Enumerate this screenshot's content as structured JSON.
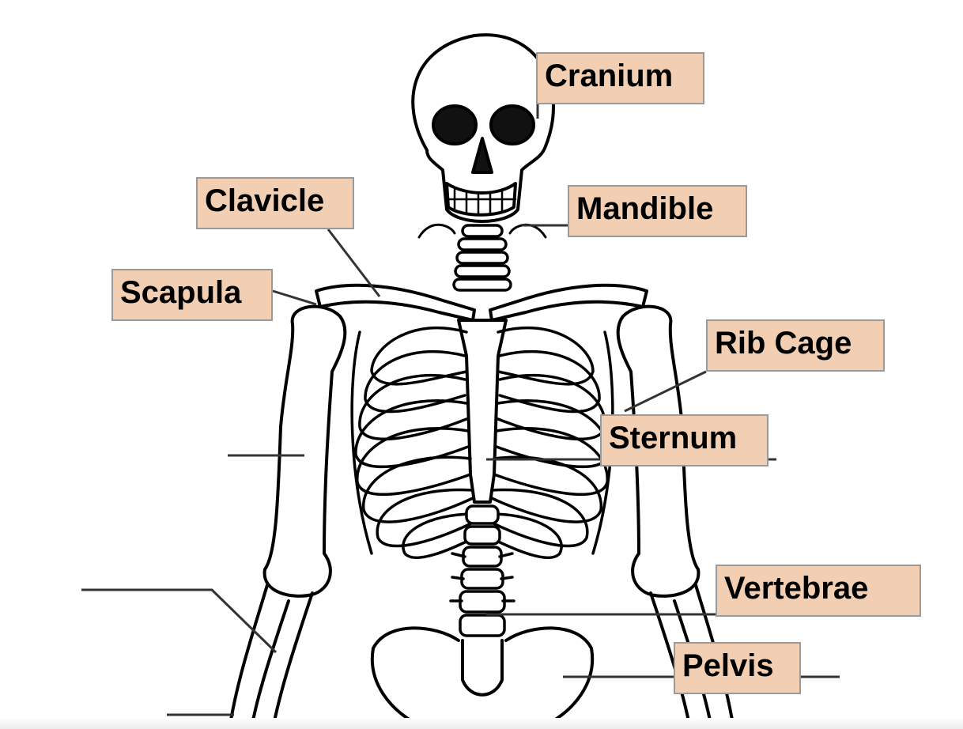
{
  "diagram": {
    "subject": "Human skeleton (upper body) labeling diagram",
    "label_color": "#f2cfb2",
    "label_border_color": "#9a9a9a",
    "labels": [
      {
        "id": "cranium",
        "text": "Cranium"
      },
      {
        "id": "mandible",
        "text": "Mandible"
      },
      {
        "id": "clavicle",
        "text": "Clavicle"
      },
      {
        "id": "scapula",
        "text": "Scapula"
      },
      {
        "id": "rib-cage",
        "text": "Rib Cage"
      },
      {
        "id": "sternum",
        "text": "Sternum"
      },
      {
        "id": "vertebrae",
        "text": "Vertebrae"
      },
      {
        "id": "pelvis",
        "text": "Pelvis"
      }
    ],
    "blank_labels": [
      {
        "id": "humerus-blank",
        "text": ""
      },
      {
        "id": "radius-ulna-blank",
        "text": ""
      },
      {
        "id": "hand-blank",
        "text": ""
      }
    ]
  }
}
